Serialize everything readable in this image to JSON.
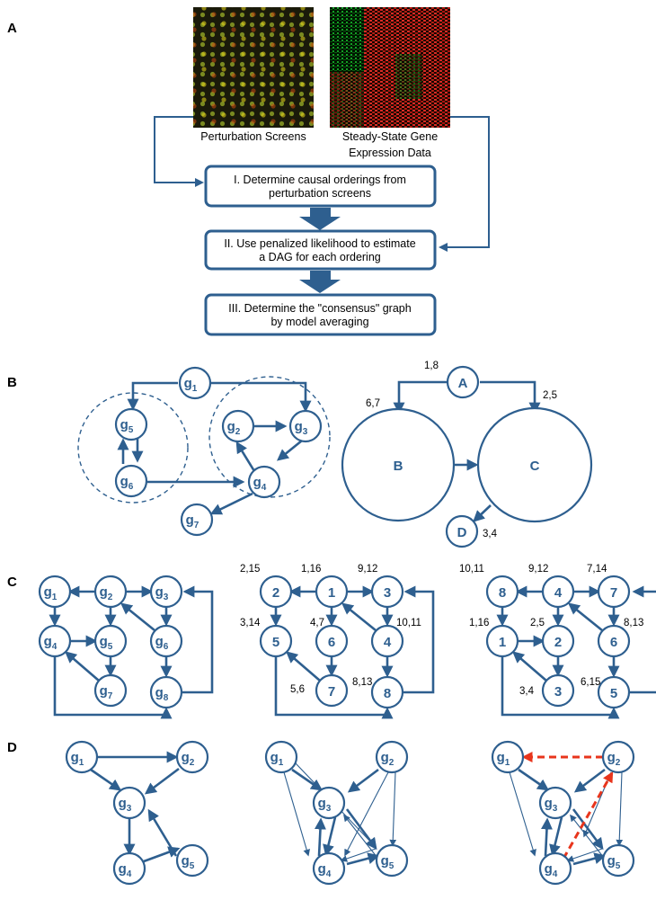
{
  "panels": {
    "a": "A",
    "b": "B",
    "c": "C",
    "d": "D"
  },
  "panel_a": {
    "image_left_caption": "Perturbation Screens",
    "image_right_caption_line1": "Steady-State Gene",
    "image_right_caption_line2": "Expression Data",
    "step1_line1": "I. Determine causal orderings from",
    "step1_line2": "perturbation screens",
    "step2_line1": "II. Use penalized likelihood to estimate",
    "step2_line2": "a DAG for each ordering",
    "step3_line1": "III. Determine the \"consensus\" graph",
    "step3_line2": "by model averaging"
  },
  "panel_b": {
    "g1": "g",
    "g1_sub": "1",
    "g2": "g",
    "g2_sub": "2",
    "g3": "g",
    "g3_sub": "3",
    "g4": "g",
    "g4_sub": "4",
    "g5": "g",
    "g5_sub": "5",
    "g6": "g",
    "g6_sub": "6",
    "g7": "g",
    "g7_sub": "7",
    "A": "A",
    "B": "B",
    "C": "C",
    "D": "D",
    "label_A": "1,8",
    "label_B": "6,7",
    "label_C": "2,5",
    "label_D": "3,4"
  },
  "panel_c": {
    "left": {
      "g1": "g",
      "g1_sub": "1",
      "g2": "g",
      "g2_sub": "2",
      "g3": "g",
      "g3_sub": "3",
      "g4": "g",
      "g4_sub": "4",
      "g5": "g",
      "g5_sub": "5",
      "g6": "g",
      "g6_sub": "6",
      "g7": "g",
      "g7_sub": "7",
      "g8": "g",
      "g8_sub": "8"
    },
    "middle": {
      "n1": "1",
      "n2": "2",
      "n3": "3",
      "n4": "4",
      "n5": "5",
      "n6": "6",
      "n7": "7",
      "n8": "8",
      "l1": "1,16",
      "l2": "2,15",
      "l3": "9,12",
      "l4": "10,11",
      "l5": "3,14",
      "l6": "4,7",
      "l7": "5,6",
      "l8": "8,13"
    },
    "right": {
      "n8": "8",
      "n4": "4",
      "n7": "7",
      "n1": "1",
      "n2": "2",
      "n6": "6",
      "n3": "3",
      "n5": "5",
      "l8": "10,11",
      "l4": "9,12",
      "l7": "7,14",
      "l1": "1,16",
      "l2": "2,5",
      "l6": "8,13",
      "l3": "3,4",
      "l5": "6,15"
    }
  },
  "panel_d": {
    "g": "g",
    "s1": "1",
    "s2": "2",
    "s3": "3",
    "s4": "4",
    "s5": "5"
  },
  "colors": {
    "node_blue": "#2E5F8F",
    "red_dash": "#E8351C"
  }
}
